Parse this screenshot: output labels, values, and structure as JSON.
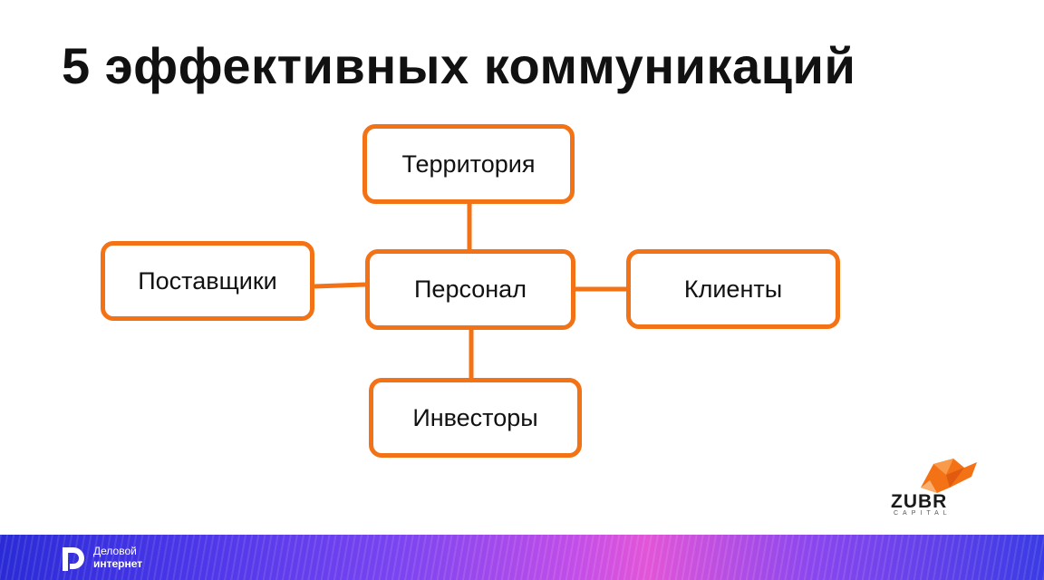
{
  "slide": {
    "title": "5 эффективных коммуникаций"
  },
  "diagram": {
    "center": {
      "label": "Персонал"
    },
    "nodes": [
      {
        "id": "territory",
        "label": "Территория"
      },
      {
        "id": "suppliers",
        "label": "Поставщики"
      },
      {
        "id": "clients",
        "label": "Клиенты"
      },
      {
        "id": "investors",
        "label": "Инвесторы"
      }
    ],
    "border_color": "#f47216"
  },
  "logos": {
    "zubr": {
      "name": "ZUBR",
      "sub": "CAPITAL",
      "icon": "bull-icon"
    },
    "footer": {
      "line1": "Деловой",
      "line2": "интернет",
      "icon": "di-logo-icon"
    }
  }
}
